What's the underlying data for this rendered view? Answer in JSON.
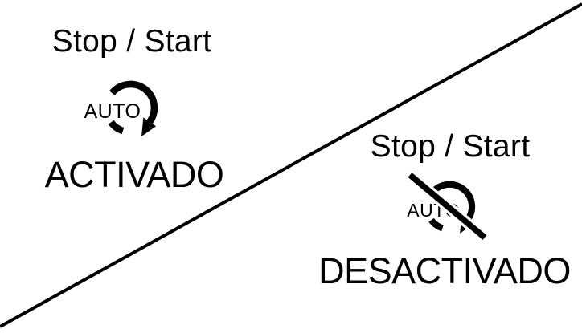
{
  "page": {
    "background_color": "#ffffff",
    "ink_color": "#000000",
    "description": "Stop / Start system states illustration"
  },
  "sections": {
    "activated": {
      "title": "Stop / Start",
      "icon_label": "AUTO",
      "status": "ACTIVADO"
    },
    "deactivated": {
      "title": "Stop / Start",
      "icon_label": "AUTO",
      "status": "DESACTIVADO"
    }
  }
}
